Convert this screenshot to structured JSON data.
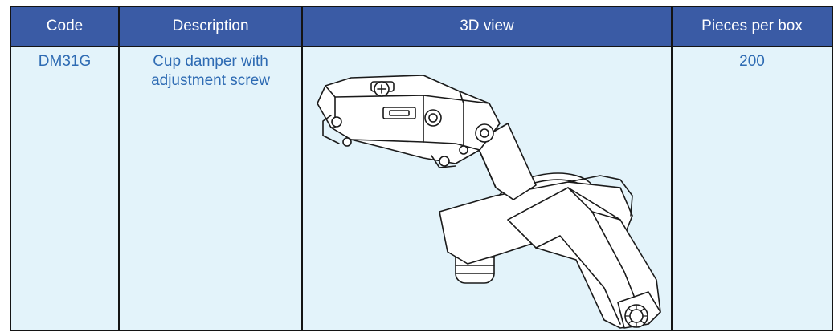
{
  "table": {
    "headers": {
      "code": "Code",
      "description": "Description",
      "view": "3D view",
      "pieces": "Pieces per box"
    },
    "rows": [
      {
        "code": "DM31G",
        "description": "Cup damper with\nadjustment screw",
        "image_icon": "hinge-cup-damper-3d-drawing",
        "pieces": "200"
      }
    ]
  },
  "colors": {
    "header_bg": "#3a5ba5",
    "header_text": "#ffffff",
    "cell_bg": "#e3f3fa",
    "cell_text": "#2e6bb3",
    "border": "#141414"
  }
}
